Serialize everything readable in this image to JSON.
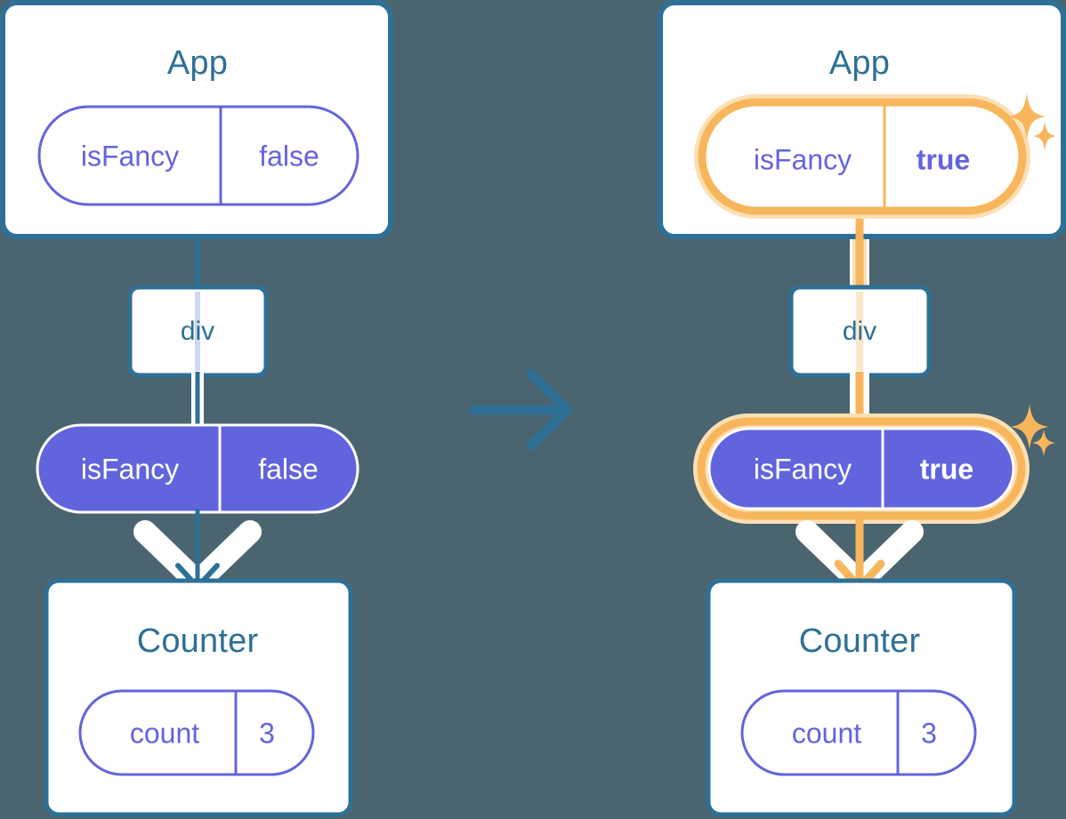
{
  "diagram": {
    "type": "react-state-propagation",
    "background_color": "#4b6570",
    "transition_arrow": "arrow-right-icon",
    "colors": {
      "box_border_blue": "#2e7096",
      "title_blue": "#2e7096",
      "pill_purple": "#6164dd",
      "pill_outline_purple": "#6464dc",
      "highlight_orange": "#f8b65c",
      "highlight_orange_glow": "#fae0b4",
      "white": "#ffffff",
      "connector_light": "#ccd9ec"
    },
    "panels": [
      {
        "id": "before",
        "app": {
          "title": "App",
          "state_pill": {
            "name": "isFancy",
            "value": "false",
            "style": "outline",
            "highlighted": false
          }
        },
        "div": {
          "label": "div"
        },
        "prop_pill": {
          "name": "isFancy",
          "value": "false",
          "style": "filled",
          "highlighted": false
        },
        "counter": {
          "title": "Counter",
          "state_pill": {
            "name": "count",
            "value": "3",
            "style": "outline",
            "highlighted": false
          }
        },
        "arrow_color": "#2e7096",
        "sparkles": false
      },
      {
        "id": "after",
        "app": {
          "title": "App",
          "state_pill": {
            "name": "isFancy",
            "value": "true",
            "style": "outline",
            "highlighted": true
          }
        },
        "div": {
          "label": "div"
        },
        "prop_pill": {
          "name": "isFancy",
          "value": "true",
          "style": "filled",
          "highlighted": true
        },
        "counter": {
          "title": "Counter",
          "state_pill": {
            "name": "count",
            "value": "3",
            "style": "outline",
            "highlighted": false
          }
        },
        "arrow_color": "#f8b65c",
        "sparkles": true
      }
    ]
  }
}
